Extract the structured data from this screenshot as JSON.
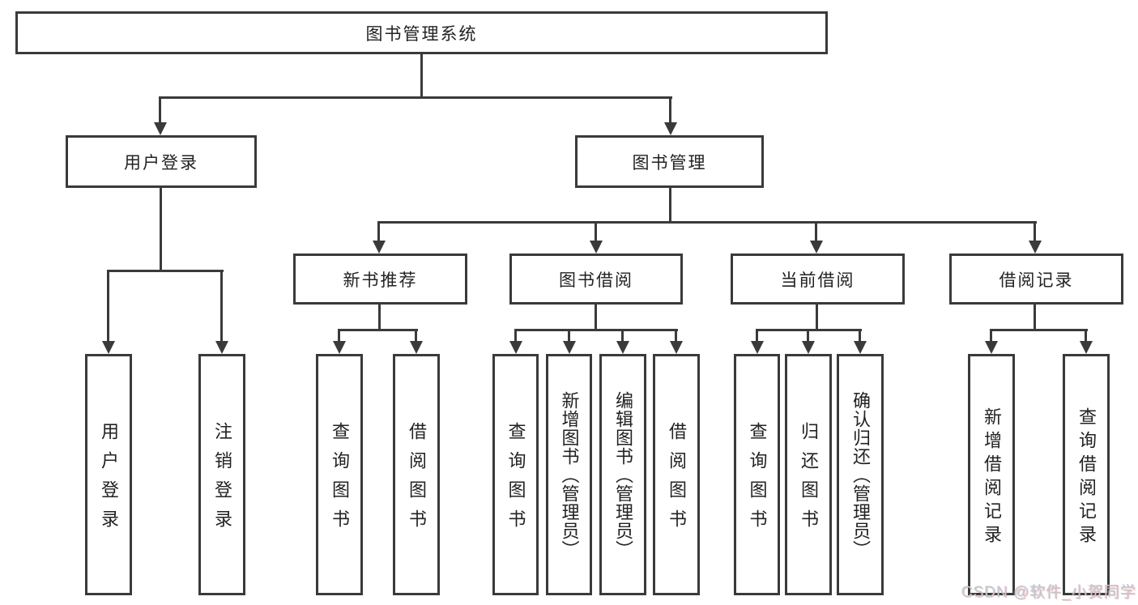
{
  "nodes": {
    "root": "图书管理系统",
    "l1": [
      {
        "label": "用户登录"
      },
      {
        "label": "图书管理"
      }
    ],
    "l2": [
      {
        "label": "新书推荐"
      },
      {
        "label": "图书借阅"
      },
      {
        "label": "当前借阅"
      },
      {
        "label": "借阅记录"
      }
    ],
    "leaves": [
      {
        "label": "用户登录"
      },
      {
        "label": "注销登录"
      },
      {
        "label": "查询图书"
      },
      {
        "label": "借阅图书"
      },
      {
        "label": "查询图书"
      },
      {
        "label": "新增图书（管理员）"
      },
      {
        "label": "编辑图书（管理员）"
      },
      {
        "label": "借阅图书"
      },
      {
        "label": "查询图书"
      },
      {
        "label": "归还图书"
      },
      {
        "label": "确认归还（管理员）"
      },
      {
        "label": "新增借阅记录"
      },
      {
        "label": "查询借阅记录"
      }
    ]
  },
  "watermark": {
    "text": "CSDN @软件_小贺同学"
  },
  "colors": {
    "line": "#3a3a3a",
    "text": "#222222",
    "background": "#ffffff",
    "watermark": "#c3c9cf",
    "watermark_glow": "#e87a7a"
  }
}
